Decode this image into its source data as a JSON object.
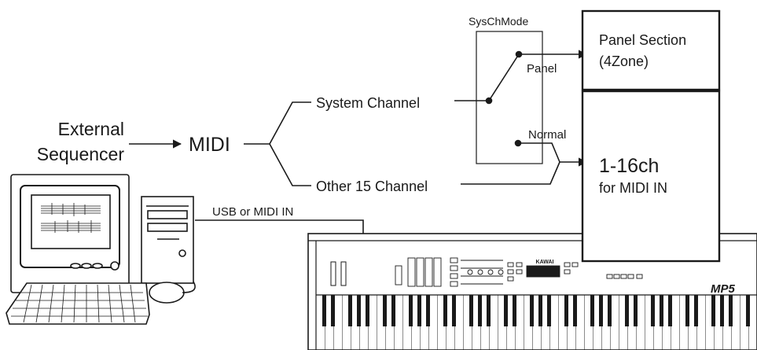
{
  "labels": {
    "external_sequencer_line1": "External",
    "external_sequencer_line2": "Sequencer",
    "midi": "MIDI",
    "system_channel": "System Channel",
    "other_15_channel": "Other 15 Channel",
    "syschmode": "SysChMode",
    "panel": "Panel",
    "normal": "Normal",
    "panel_section_line1": "Panel Section",
    "panel_section_line2": "(4Zone)",
    "channels_line1": "1-16ch",
    "channels_line2": "for MIDI IN",
    "connection": "USB or MIDI IN"
  },
  "keyboard": {
    "brand": "KAWAI",
    "model": "MP5"
  },
  "colors": {
    "ink": "#1a1a1a",
    "keyboard_body": "#ffffff"
  }
}
